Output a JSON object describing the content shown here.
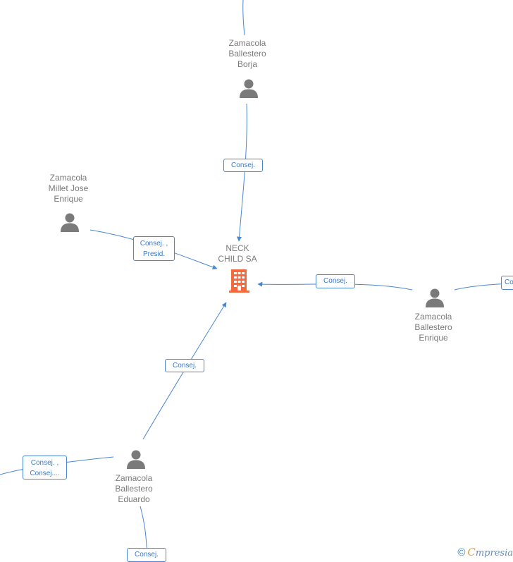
{
  "colors": {
    "edge": "#4a86d4",
    "person_icon": "#7a7a7a",
    "company_icon": "#f26a3d",
    "label_text": "#7a7a7a",
    "badge_text": "#3a78c9"
  },
  "company": {
    "name": "NECK\nCHILD SA",
    "icon": "building-icon"
  },
  "people": [
    {
      "id": "borja",
      "name": "Zamacola\nBallestero\nBorja",
      "icon": "person-icon"
    },
    {
      "id": "jose-enrique",
      "name": "Zamacola\nMillet Jose\nEnrique",
      "icon": "person-icon"
    },
    {
      "id": "enrique",
      "name": "Zamacola\nBallestero\nEnrique",
      "icon": "person-icon"
    },
    {
      "id": "eduardo",
      "name": "Zamacola\nBallestero\nEduardo",
      "icon": "person-icon"
    }
  ],
  "relations": [
    {
      "id": "borja-company",
      "label": "Consej."
    },
    {
      "id": "jose-company",
      "label": "Consej. ,\nPresid."
    },
    {
      "id": "enrique-company",
      "label": "Consej."
    },
    {
      "id": "eduardo-company",
      "label": "Consej."
    },
    {
      "id": "enrique-right",
      "label": "Co"
    },
    {
      "id": "eduardo-left",
      "label": "Consej. ,\nConsej...."
    },
    {
      "id": "eduardo-bottom",
      "label": "Consej."
    }
  ],
  "watermark": {
    "copyright": "©",
    "brand_first": "C",
    "brand_rest": "mpresia"
  }
}
